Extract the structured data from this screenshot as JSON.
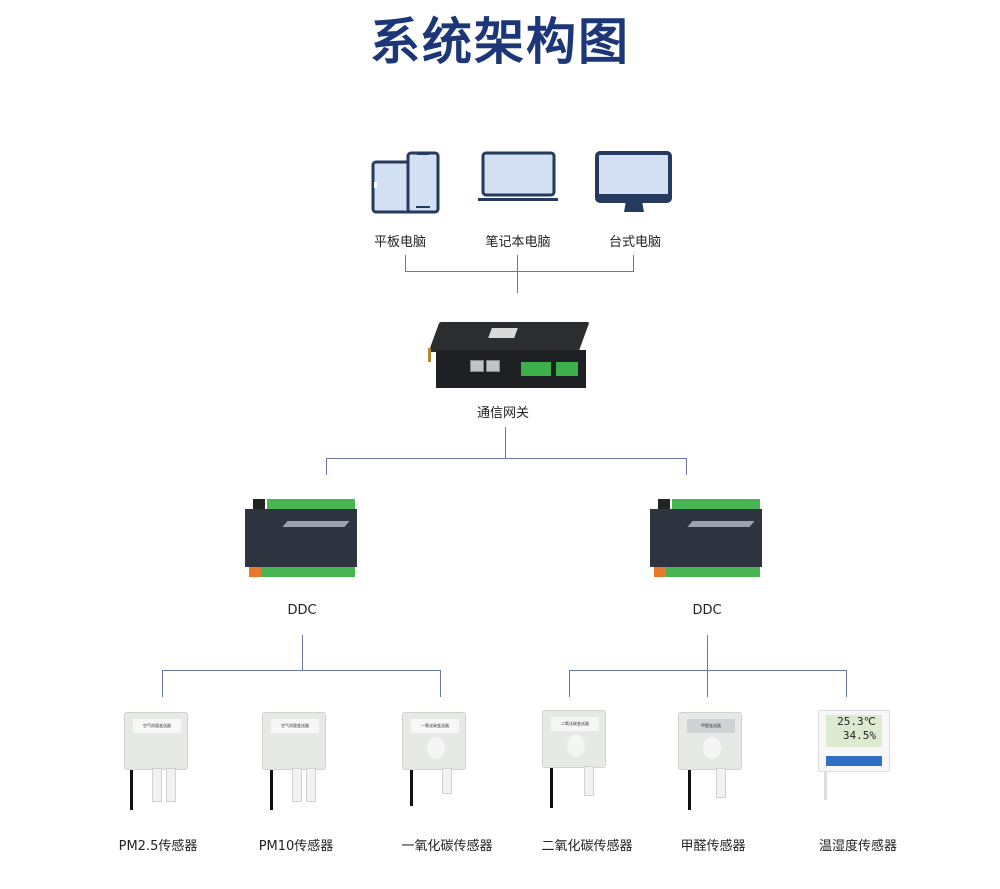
{
  "title": "系统架构图",
  "clients": [
    {
      "label": "平板电脑",
      "icon": "tablet-phone-icon"
    },
    {
      "label": "笔记本电脑",
      "icon": "laptop-icon"
    },
    {
      "label": "台式电脑",
      "icon": "desktop-monitor-icon"
    }
  ],
  "gateway": {
    "label": "通信网关"
  },
  "ddcs": [
    {
      "label": "DDC"
    },
    {
      "label": "DDC"
    }
  ],
  "sensors": [
    {
      "label": "PM2.5传感器",
      "device_text": "空气质量变送器"
    },
    {
      "label": "PM10传感器",
      "device_text": "空气质量变送器"
    },
    {
      "label": "一氧化碳传感器",
      "device_text": "一氧化碳变送器"
    },
    {
      "label": "二氧化碳传感器",
      "device_text": "二氧化碳变送器"
    },
    {
      "label": "甲醛传感器",
      "device_text": "甲醛变送器"
    },
    {
      "label": "温湿度传感器",
      "display_temp": "25.3℃",
      "display_hum": "34.5%"
    }
  ],
  "colors": {
    "title": "#1c3677",
    "connector": "#6a77a8",
    "icon_fill": "#d3dff2",
    "icon_stroke": "#26395e"
  }
}
